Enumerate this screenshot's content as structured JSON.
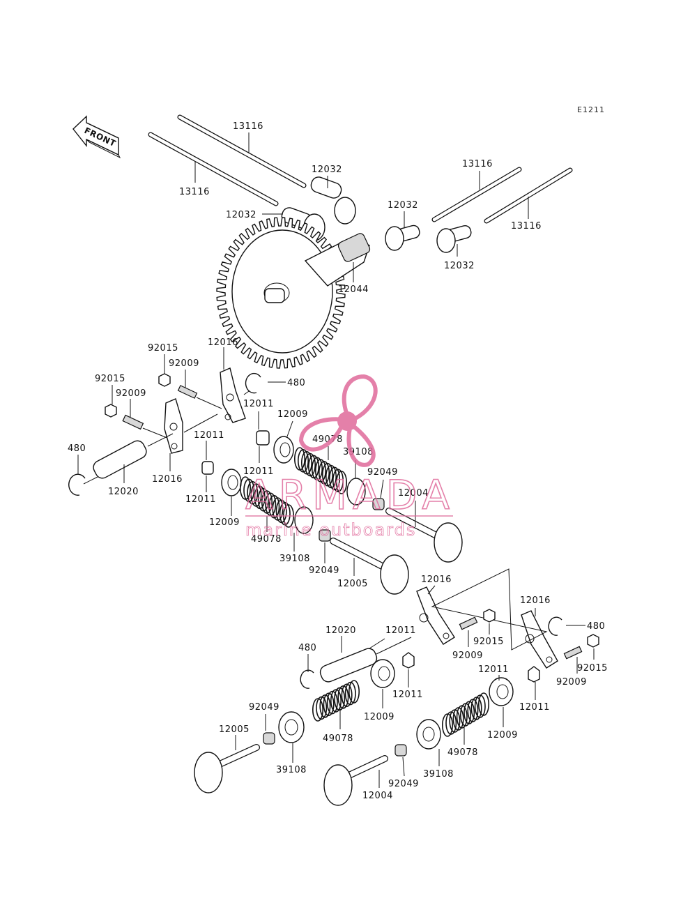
{
  "diagram": {
    "code": "E1211",
    "front_label": "FRONT",
    "watermark": {
      "brand": "ARMADA",
      "tagline": "marine outboards",
      "color": "#e06a9b"
    }
  },
  "labels": {
    "l1": "13116",
    "l2": "13116",
    "l3": "12032",
    "l4": "12032",
    "l5": "12032",
    "l6": "13116",
    "l7": "12032",
    "l8": "13116",
    "l9": "12044",
    "l10": "92015",
    "l11": "12016",
    "l12": "92009",
    "l13": "92015",
    "l14": "92009",
    "l15": "480",
    "l16": "12011",
    "l17": "12009",
    "l18": "480",
    "l19": "12011",
    "l20": "49078",
    "l21": "39108",
    "l22": "92049",
    "l23": "12004",
    "l24": "12016",
    "l25": "12011",
    "l26": "12020",
    "l27": "12011",
    "l28": "12009",
    "l29": "49078",
    "l30": "39108",
    "l31": "92049",
    "l32": "12005",
    "l33": "12016",
    "l34": "12016",
    "l35": "480",
    "l36": "92015",
    "l37": "12020",
    "l38": "12011",
    "l39": "480",
    "l40": "92009",
    "l41": "12011",
    "l42": "92009",
    "l43": "92015",
    "l44": "12011",
    "l45": "12011",
    "l46": "12009",
    "l47": "92049",
    "l48": "12005",
    "l49": "49078",
    "l50": "39108",
    "l51": "12009",
    "l52": "39108",
    "l53": "49078",
    "l54": "92049",
    "l55": "12004"
  }
}
